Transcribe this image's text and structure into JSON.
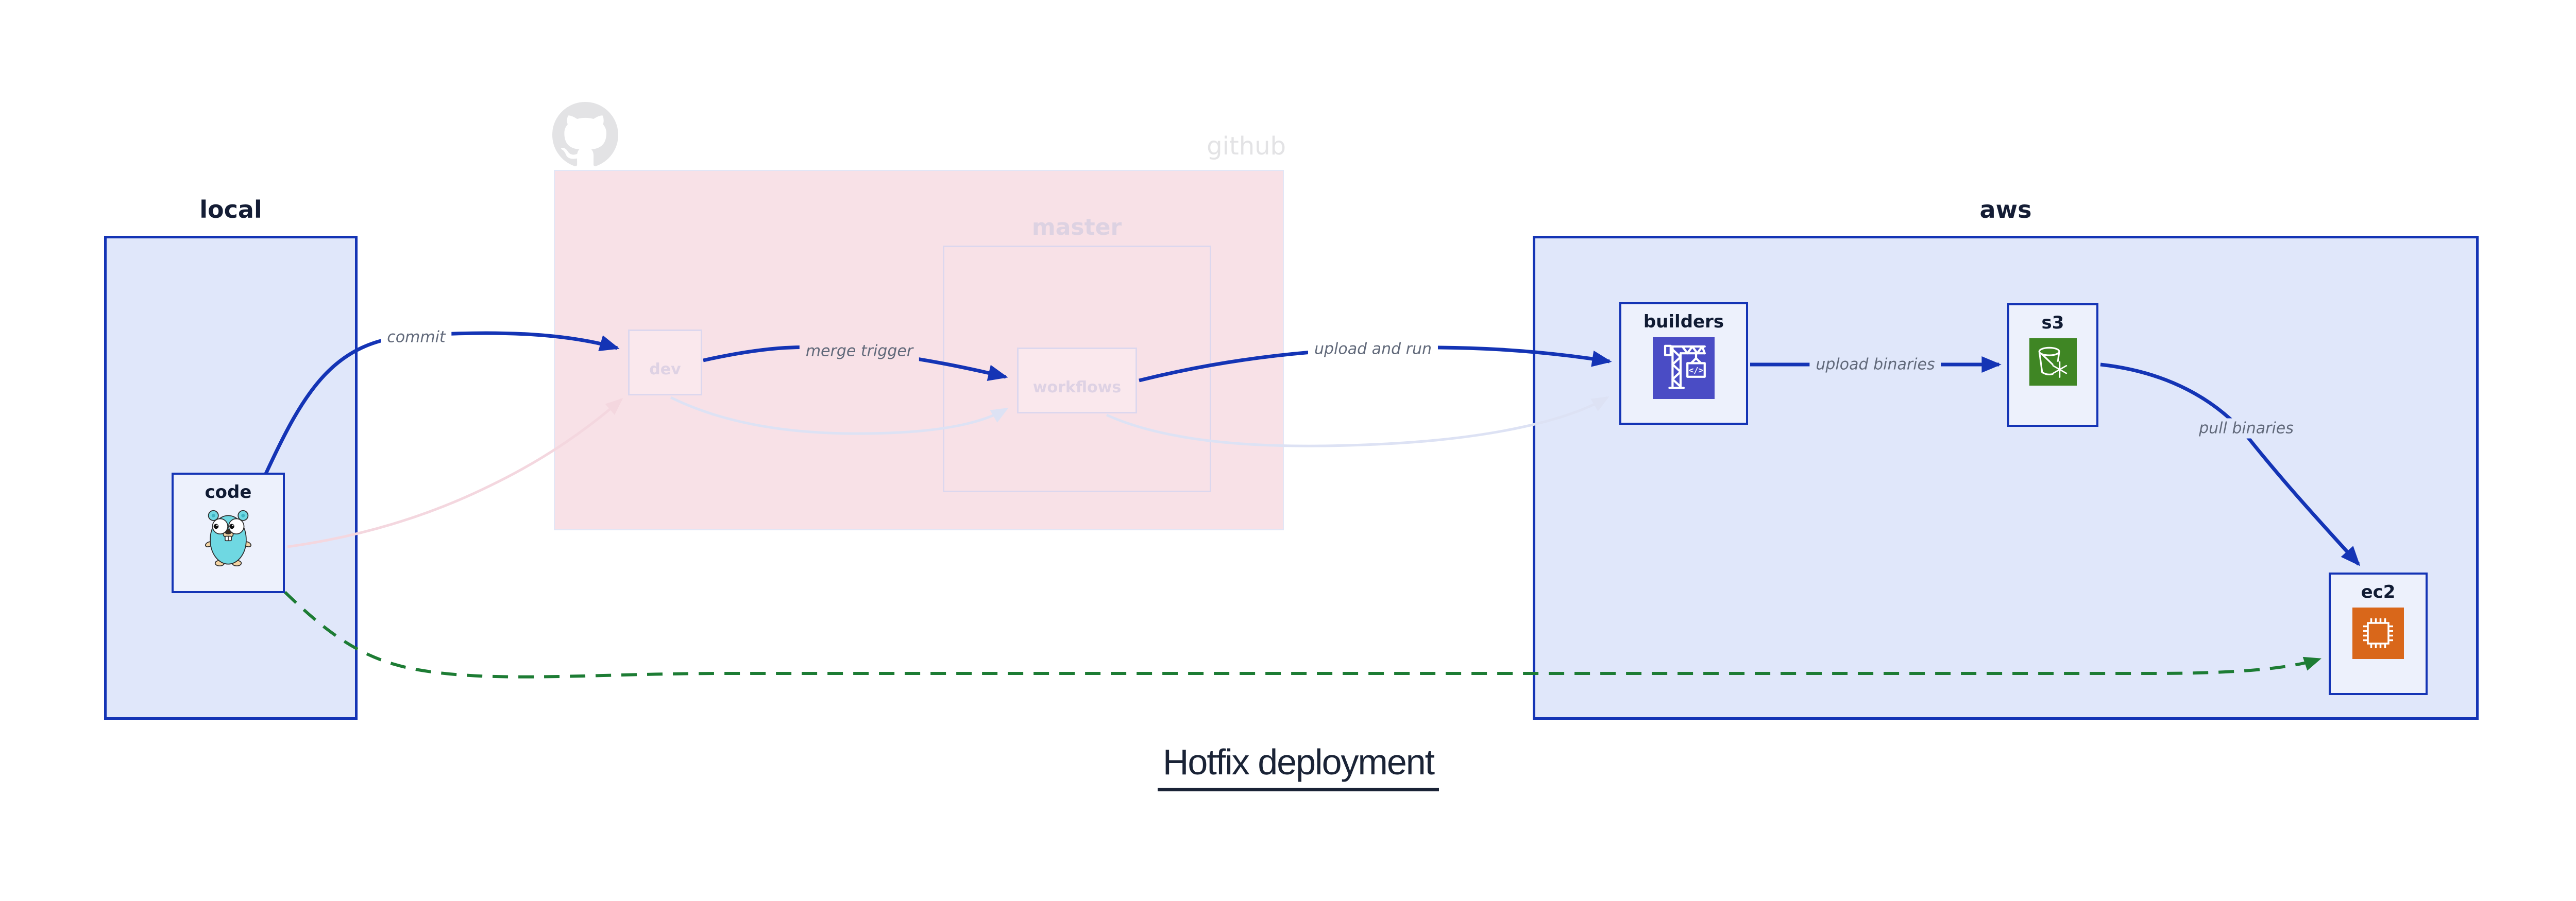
{
  "title": {
    "text": "Hotfix deployment"
  },
  "groups": {
    "local": {
      "label": "local"
    },
    "github": {
      "label": "github",
      "icon": "github-octocat-icon"
    },
    "master": {
      "label": "master"
    },
    "aws": {
      "label": "aws"
    }
  },
  "nodes": {
    "code": {
      "label": "code",
      "icon": "go-gopher-icon"
    },
    "dev": {
      "label": "dev"
    },
    "workflows": {
      "label": "workflows"
    },
    "builders": {
      "label": "builders",
      "icon": "codebuild-crane-icon"
    },
    "s3": {
      "label": "s3",
      "icon": "s3-glacier-bucket-icon"
    },
    "ec2": {
      "label": "ec2",
      "icon": "ec2-chip-icon"
    }
  },
  "edges": {
    "commit": {
      "label": "commit",
      "from": "code",
      "to": "dev",
      "style": "solid-blue"
    },
    "merge_trigger": {
      "label": "merge trigger",
      "from": "dev",
      "to": "workflows",
      "style": "solid-blue"
    },
    "upload_and_run": {
      "label": "upload and run",
      "from": "workflows",
      "to": "builders",
      "style": "solid-blue"
    },
    "upload_binaries": {
      "label": "upload binaries",
      "from": "builders",
      "to": "s3",
      "style": "solid-blue"
    },
    "pull_binaries": {
      "label": "pull binaries",
      "from": "s3",
      "to": "ec2",
      "style": "solid-blue"
    },
    "hotfix_path": {
      "label": "",
      "from": "code",
      "to": "ec2",
      "style": "dashed-green"
    },
    "faded_commit": {
      "label": "",
      "from": "code",
      "to": "dev",
      "style": "faded-pink"
    },
    "faded_merge": {
      "label": "",
      "from": "dev",
      "to": "workflows",
      "style": "faded-lavender"
    },
    "faded_upload": {
      "label": "",
      "from": "workflows",
      "to": "builders",
      "style": "faded-lavender"
    }
  },
  "colors": {
    "primary_blue": "#1434b5",
    "hotfix_green": "#1d7c34",
    "region_blue_fill": "#e0e7fa",
    "node_fill": "#edf1fc",
    "github_pink_fill": "#f8e1e7",
    "faded_lavender_stroke": "#dde2f4",
    "faded_pink_stroke": "#f4d7df",
    "faded_text": "#ddd2e2",
    "edge_label_gray": "#61697a",
    "dark_navy_text": "#141d35",
    "github_gray": "#e3e3e5",
    "codebuild_purple": "#4a4cc5",
    "s3_green": "#3f8624",
    "ec2_orange": "#d9671a",
    "gopher_teal": "#6fd8e2"
  }
}
